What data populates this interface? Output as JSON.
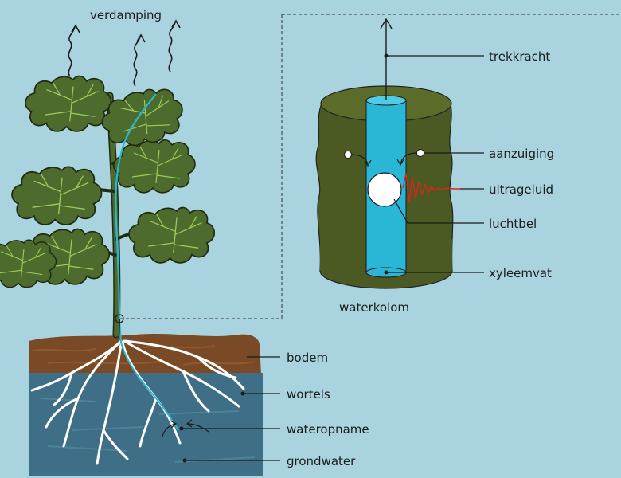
{
  "labels": {
    "evaporation": "verdamping",
    "water_column": "waterkolom",
    "pull_force": "trekkracht",
    "suction": "aanzuiging",
    "ultrasound": "ultrageluid",
    "air_bubble": "luchtbel",
    "xylem_vessel": "xyleemvat",
    "soil": "bodem",
    "roots": "wortels",
    "water_uptake": "wateropname",
    "groundwater": "grondwater"
  },
  "colors": {
    "background": "#a9d4df",
    "soil": "#7a4a26",
    "groundwater": "#3f6f86",
    "leaf": "#4e6b2e",
    "leaf_vein": "#9ccc5a",
    "xylem_water": "#2ab7d6",
    "tissue": "#4a5a22",
    "ultrasound": "#d8261f",
    "roots": "#ffffff"
  }
}
